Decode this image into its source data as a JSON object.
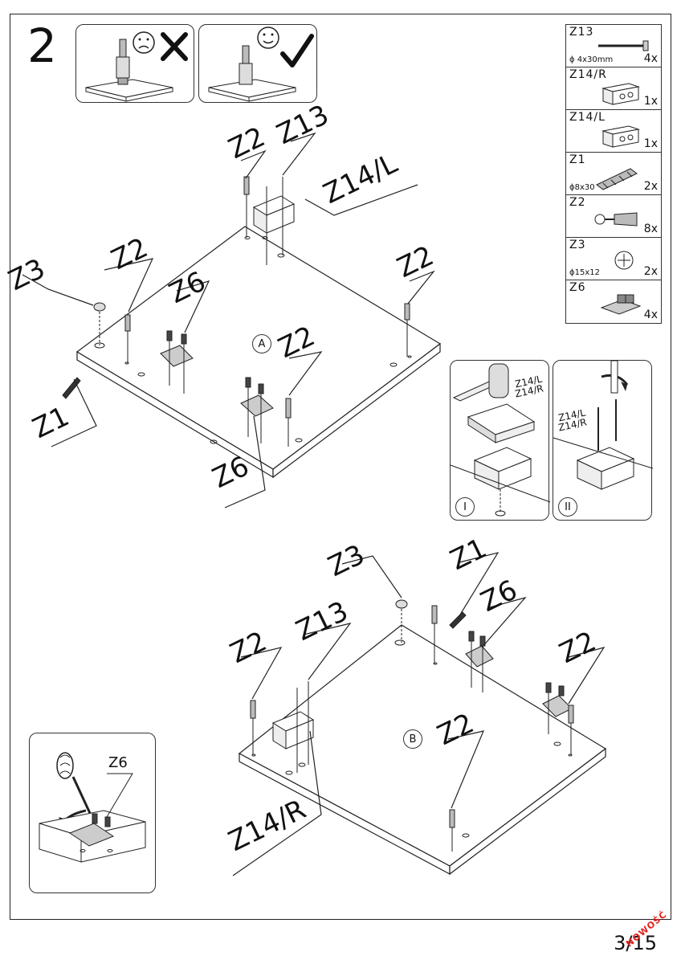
{
  "step": {
    "number": "2"
  },
  "parts": [
    {
      "code": "Z13",
      "spec": "ϕ 4x30mm",
      "qty": "4x",
      "icon": "screw-icon"
    },
    {
      "code": "Z14/R",
      "spec": "",
      "qty": "1x",
      "icon": "lock-box-icon"
    },
    {
      "code": "Z14/L",
      "spec": "",
      "qty": "1x",
      "icon": "lock-box-icon"
    },
    {
      "code": "Z1",
      "spec": "ϕ8x30",
      "qty": "2x",
      "icon": "dowel-icon"
    },
    {
      "code": "Z2",
      "spec": "",
      "qty": "8x",
      "icon": "cam-bolt-icon"
    },
    {
      "code": "Z3",
      "spec": "ϕ15x12",
      "qty": "2x",
      "icon": "cam-lock-icon"
    },
    {
      "code": "Z6",
      "spec": "",
      "qty": "4x",
      "icon": "hinge-plate-icon"
    }
  ],
  "callouts": {
    "panel_a": {
      "z2_top": "Z2",
      "z13_top": "Z13",
      "z14l": "Z14/L",
      "z3": "Z3",
      "z2_left": "Z2",
      "z6": "Z6",
      "z2_right": "Z2",
      "z2_mid": "Z2",
      "z1": "Z1",
      "z6_bottom": "Z6",
      "panel": "A"
    },
    "panel_b": {
      "z3": "Z3",
      "z1": "Z1",
      "z6": "Z6",
      "z2_left": "Z2",
      "z13": "Z13",
      "z2_right": "Z2",
      "z2_mid": "Z2",
      "z14r": "Z14/R",
      "panel": "B"
    }
  },
  "detail_boxes": {
    "hammer": {
      "label_l": "Z14/L",
      "label_r": "Z14/R",
      "step": "I"
    },
    "screwdriver": {
      "label_l": "Z14/L",
      "label_r": "Z14/R",
      "step": "II"
    },
    "hinge": {
      "label": "Z6"
    }
  },
  "page": {
    "number": "3/15",
    "stamp": "NOWOŚĆ"
  }
}
